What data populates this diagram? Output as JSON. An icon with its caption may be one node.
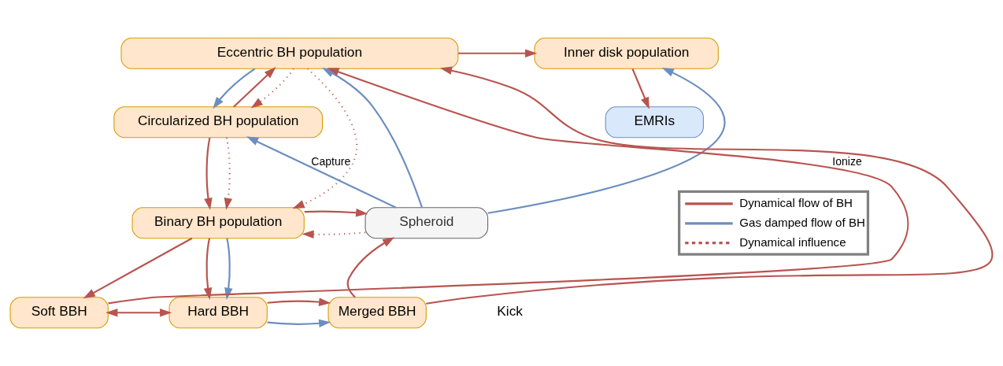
{
  "diagram": {
    "nodes": [
      {
        "text": [
          "Eccentric BH population"
        ]
      },
      {
        "text": [
          "Inner disk population"
        ]
      },
      {
        "text": [
          "Circularized BH population"
        ]
      },
      {
        "text": [
          "EMRIs"
        ]
      },
      {
        "text": [
          "Binary BH population"
        ]
      },
      {
        "text": [
          "Spheroid"
        ]
      },
      {
        "text": [
          "Soft BBH"
        ]
      },
      {
        "text": [
          "Hard BBH"
        ]
      },
      {
        "text": [
          "Merged BBH"
        ]
      }
    ],
    "edges": [
      {
        "from": 0,
        "to": 1,
        "arrow": "to"
      },
      {
        "from": 0,
        "to": 2,
        "arrow": "to",
        "color": "#6c8ebf"
      },
      {
        "from": 2,
        "to": 0,
        "arrow": "to"
      },
      {
        "from": 0,
        "to": 2,
        "arrow": "to",
        "style": "dashed"
      },
      {
        "from": 0,
        "to": 4,
        "arrow": "to",
        "style": "dashed"
      },
      {
        "from": 2,
        "to": 4,
        "arrow": "to"
      },
      {
        "from": 2,
        "to": 4,
        "arrow": "to",
        "style": "dashed"
      },
      {
        "from": 6,
        "to": 0,
        "arrow": "to",
        "label": "Ionize"
      },
      {
        "from": 5,
        "to": 2,
        "arrow": "to",
        "label": "Capture",
        "color": "#6c8ebf"
      },
      {
        "from": 5,
        "to": 0,
        "arrow": "to",
        "color": "#6c8ebf"
      },
      {
        "from": 5,
        "to": 1,
        "arrow": "to",
        "color": "#6c8ebf"
      },
      {
        "from": 8,
        "to": 0,
        "arrow": "to"
      },
      {
        "from": 1,
        "to": 3,
        "arrow": "to"
      },
      {
        "from": 5,
        "to": 4,
        "arrow": "to",
        "style": "dashed"
      },
      {
        "from": 4,
        "to": 5,
        "arrow": "to"
      },
      {
        "from": 4,
        "to": 6,
        "arrow": "to"
      },
      {
        "from": 4,
        "to": 7,
        "arrow": "to"
      },
      {
        "from": 4,
        "to": 7,
        "arrow": "to",
        "color": "#6c8ebf"
      },
      {
        "from": 6,
        "to": 7,
        "arrow": "both"
      },
      {
        "from": 7,
        "to": 8,
        "arrow": "to",
        "color": "#6c8ebf"
      },
      {
        "from": 7,
        "to": 8,
        "arrow": "to"
      },
      {
        "from": 8,
        "to": 5,
        "arrow": "to"
      }
    ],
    "labels": [
      "Kick"
    ],
    "legend": [
      {
        "text": "Dynamical flow of BH"
      },
      {
        "text": "Gas damped flow of BH"
      },
      {
        "text": "Dynamical influence"
      }
    ]
  }
}
